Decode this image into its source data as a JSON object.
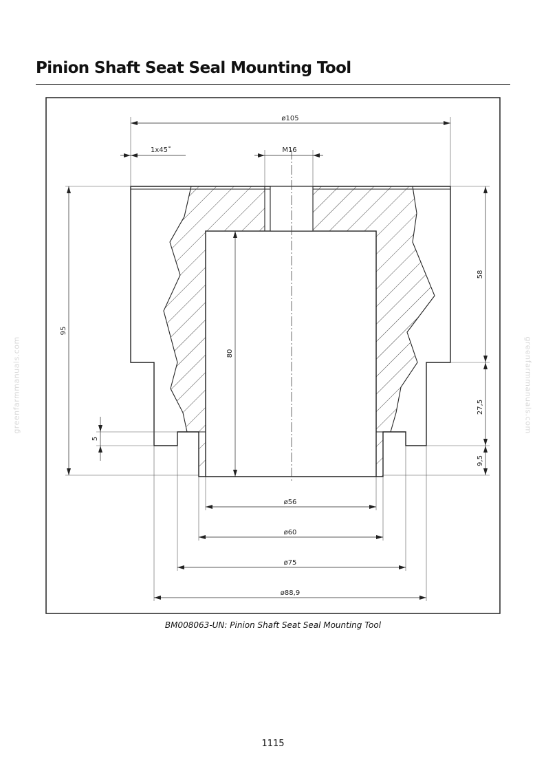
{
  "page": {
    "title": "Pinion Shaft Seat Seal Mounting Tool",
    "caption": "BM008063-UN: Pinion Shaft Seat Seal Mounting Tool",
    "page_number": "1115",
    "watermark": "greenfarmmanuals.com"
  },
  "drawing": {
    "dimensions": {
      "outer_diameter": "ø105",
      "chamfer": "1x45˚",
      "thread": "M16",
      "total_height": "95",
      "upper_height": "58",
      "bore_depth": "80",
      "lower_height": "27,5",
      "bottom_step": "9,5",
      "lip": "5",
      "bore_diameter": "ø56",
      "inner_diameter": "ø60",
      "step_diameter": "ø75",
      "lower_diameter": "ø88,9"
    }
  }
}
